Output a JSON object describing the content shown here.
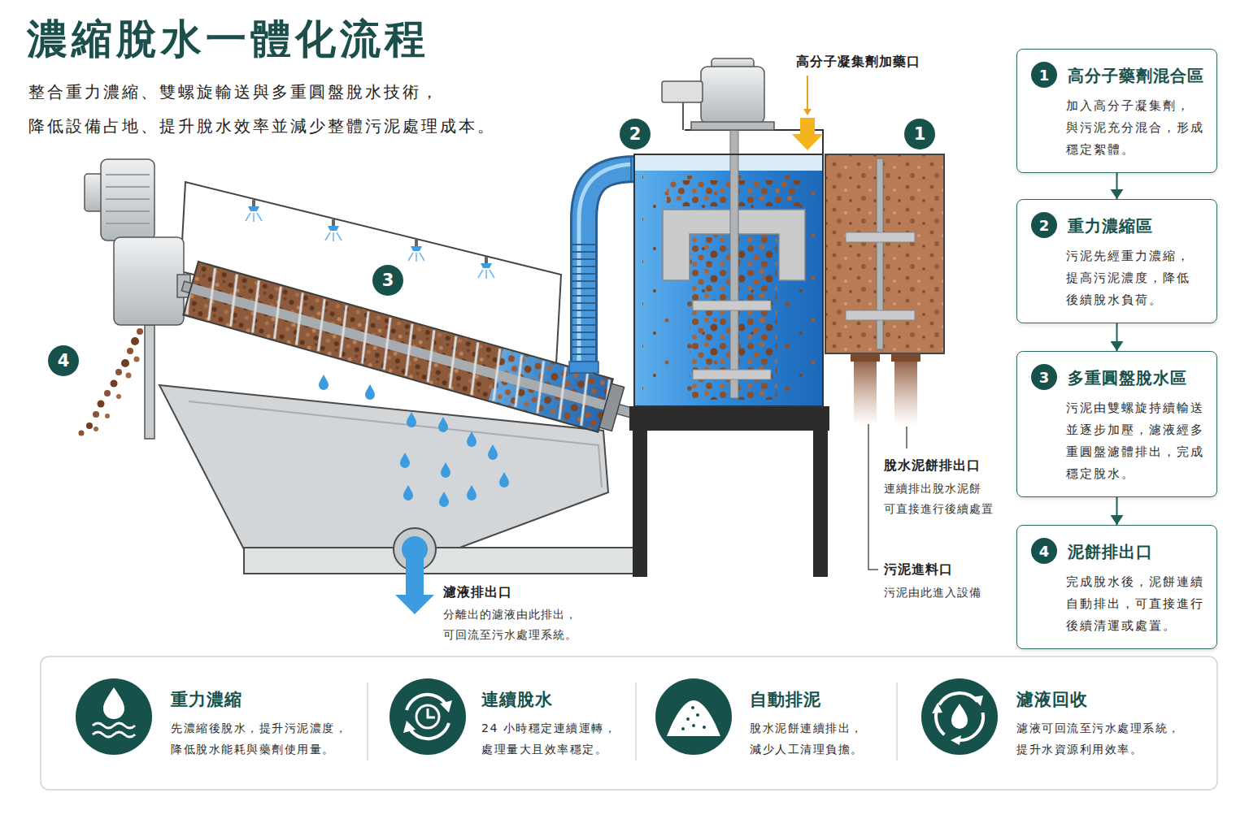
{
  "diagram": {
    "title": "濃縮脫水一體化流程",
    "nodes": [
      {
        "text": [
          "2"
        ]
      },
      {
        "text": [
          "1"
        ]
      },
      {
        "text": [
          "3"
        ]
      },
      {
        "text": [
          "4"
        ]
      },
      {
        "text": [
          "高分子藥劑混合區",
          "加入高分子凝集劑， 與污泥充分混合，形成 穩定絮體。"
        ]
      },
      {
        "text": [
          "1"
        ],
        "in": 4
      },
      {
        "text": [
          "重力濃縮區",
          "污泥先經重力濃縮， 提高污泥濃度，降低 後續脫水負荷。"
        ]
      },
      {
        "text": [
          "2"
        ],
        "in": 6
      },
      {
        "text": [
          "多重圓盤脫水區",
          "污泥由雙螺旋持續輸送 並逐步加壓，濾液經多 重圓盤濾體排出，完成 穩定脫水。"
        ]
      },
      {
        "text": [
          "3"
        ],
        "in": 8
      },
      {
        "text": [
          "泥餅排出口",
          "完成脫水後，泥餅連續 自動排出，可直接進行 後續清運或處置。"
        ]
      },
      {
        "text": [
          "4"
        ],
        "in": 10
      },
      {
        "text": [
          "重力濃縮",
          "先濃縮後脫水，提升污泥濃度， 降低脫水能耗與藥劑使用量。"
        ]
      },
      {
        "text": [
          "連續脫水",
          "24 小時穩定連續運轉， 處理量大且效率穩定。"
        ]
      },
      {
        "text": [
          "自動排泥",
          "脫水泥餅連續排出， 減少人工清理負擔。"
        ]
      },
      {
        "text": [
          "濾液回收",
          "濾液可回流至污水處理系統， 提升水資源利用效率。"
        ]
      }
    ],
    "edges": [
      {
        "from": 4,
        "to": 6,
        "arrow": "to"
      },
      {
        "from": 6,
        "to": 8,
        "arrow": "to"
      },
      {
        "from": 8,
        "to": 10,
        "arrow": "to"
      }
    ],
    "labels": [
      "整合重力濃縮、雙螺旋輸送與多重圓盤脫水技術， 降低設備占地、提升脫水效率並減少整體污泥處理成本。",
      "高分子凝集劑加藥口",
      "脫水泥餅排出口",
      "連續排出脫水泥餅 可直接進行後續處置",
      "污泥進料口",
      "污泥由此進入設備",
      "濾液排出口",
      "分離出的濾液由此排出， 可回流至污水處理系統。"
    ]
  }
}
